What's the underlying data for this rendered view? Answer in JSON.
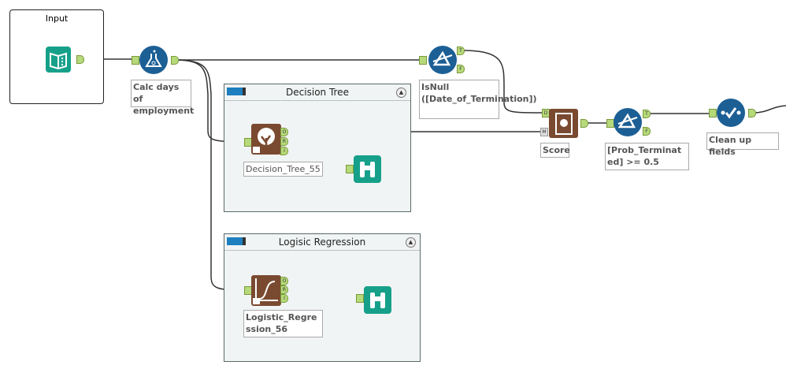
{
  "containers": {
    "input": {
      "title": "Input"
    },
    "decision_tree": {
      "title": "Decision Tree"
    },
    "logistic": {
      "title": "Logisic Regression"
    }
  },
  "tools": {
    "formula": {
      "label": "Calc days of employment",
      "icon": "flask-icon"
    },
    "filter1": {
      "label": "IsNull ([Date_of_Termination])",
      "icon": "filter-icon",
      "anchors": [
        "T",
        "F"
      ]
    },
    "decision_tree": {
      "label": "Decision_Tree_55",
      "icon": "tree-icon",
      "anchors": [
        "O",
        "R",
        "I"
      ]
    },
    "logistic": {
      "label": "Logistic_Regression_56",
      "icon": "sigmoid-icon",
      "anchors": [
        "O",
        "R",
        "I"
      ]
    },
    "score": {
      "label": "Score",
      "icon": "score-icon",
      "anchors": [
        "D",
        "M"
      ]
    },
    "filter2": {
      "label": "[Prob_Terminated] >= 0.5",
      "icon": "filter-icon",
      "anchors": [
        "T",
        "F"
      ]
    },
    "select": {
      "label": "Clean up fields",
      "icon": "select-icon"
    }
  },
  "colors": {
    "tool_blue": "#1c5f95",
    "teal": "#16a08a",
    "r_brown": "#7a4a30",
    "anchor_green": "#b6d97a"
  }
}
